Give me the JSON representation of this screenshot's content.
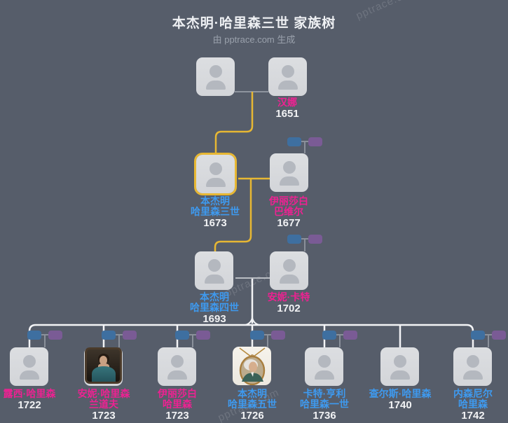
{
  "header": {
    "title": "本杰明·哈里森三世 家族树",
    "subtitle": "由 pptrace.com 生成"
  },
  "watermark": "pptrace.com",
  "colors": {
    "background": "#565d6a",
    "highlight_line": "#e7b733",
    "male_name": "#3e9af0",
    "female_name": "#ee2192",
    "year_text": "#f1f2f4",
    "male_badge": "#3e6fa0",
    "female_badge": "#7a5b95",
    "card_fill": "#d8dade",
    "descent_line": "#f3f4f6",
    "couple_line": "#8e949e"
  },
  "tree": {
    "gen1": [
      {
        "name": "",
        "year": ""
      },
      {
        "name": "汉娜",
        "year": "1651"
      }
    ],
    "gen2": [
      {
        "name": "本杰明\n哈里森三世",
        "year": "1673"
      },
      {
        "name": "伊丽莎白\n巴维尔",
        "year": "1677"
      }
    ],
    "gen3": [
      {
        "name": "本杰明\n哈里森四世",
        "year": "1693"
      },
      {
        "name": "安妮·卡特",
        "year": "1702"
      }
    ],
    "gen4": [
      {
        "name": "露西·哈里森",
        "year": "1722"
      },
      {
        "name": "安妮·哈里森\n兰道夫",
        "year": "1723"
      },
      {
        "name": "伊丽莎白\n哈里森",
        "year": "1723"
      },
      {
        "name": "本杰明\n哈里森五世",
        "year": "1726"
      },
      {
        "name": "卡特·亨利\n哈里森一世",
        "year": "1736"
      },
      {
        "name": "查尔斯·哈里森",
        "year": "1740"
      },
      {
        "name": "内森尼尔\n哈里森",
        "year": "1742"
      }
    ]
  }
}
